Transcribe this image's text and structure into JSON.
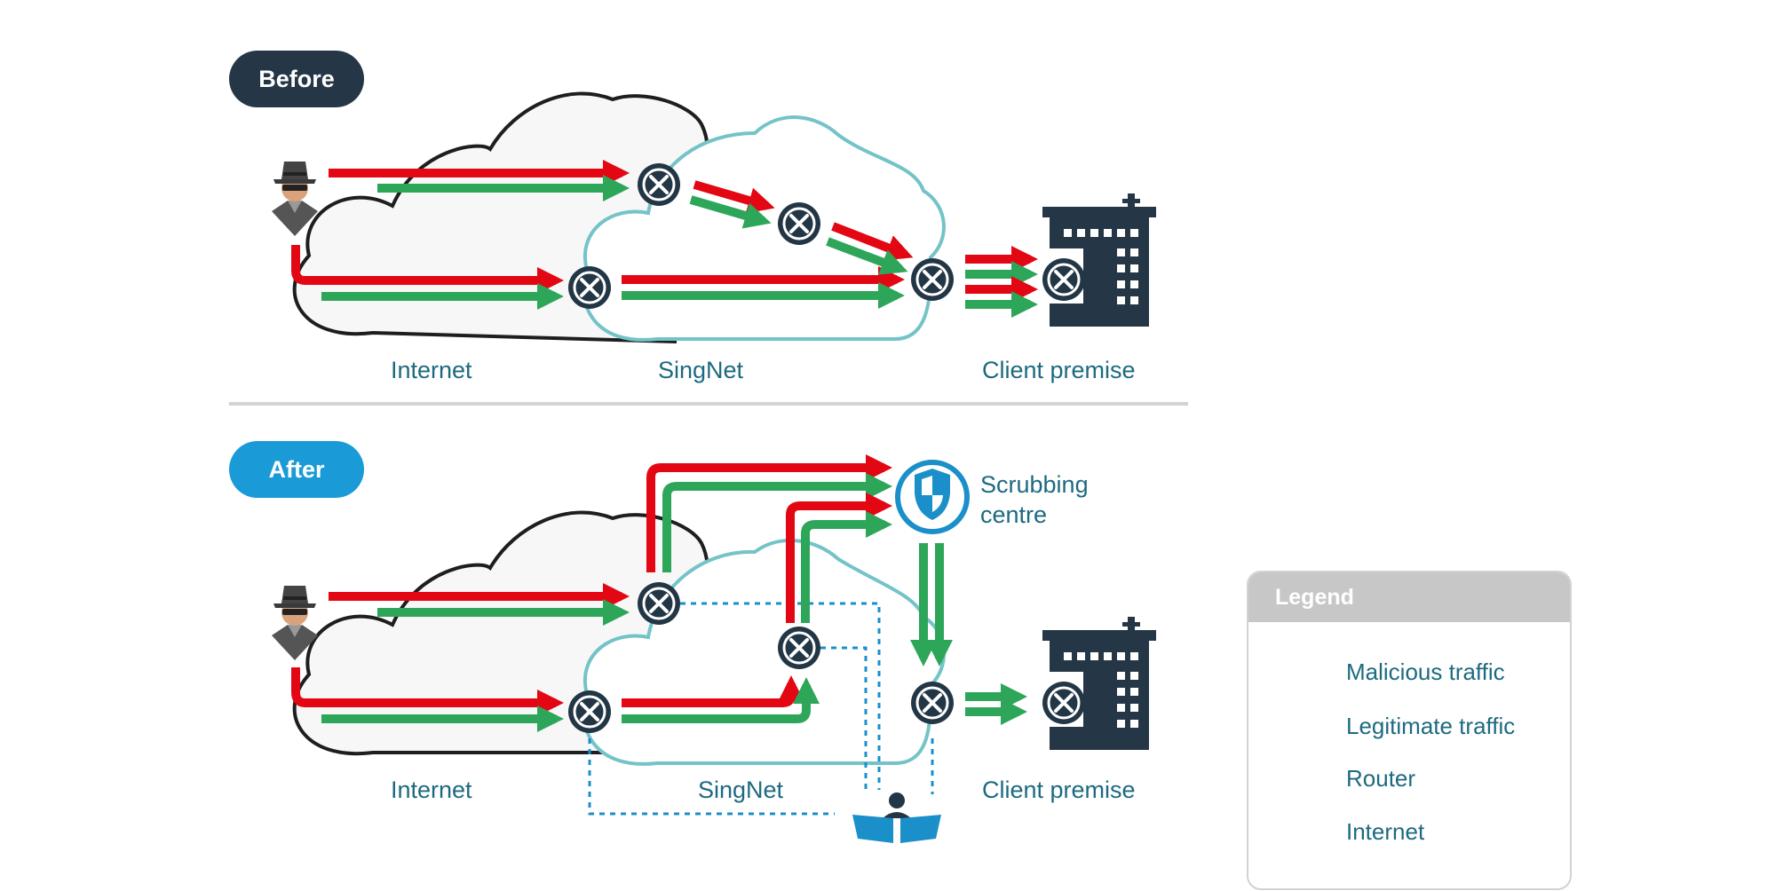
{
  "panels": {
    "before": {
      "badge": "Before",
      "internet": "Internet",
      "singnet": "SingNet",
      "client": "Client premise"
    },
    "after": {
      "badge": "After",
      "internet": "Internet",
      "singnet": "SingNet",
      "client": "Client premise",
      "scrubbing": "Scrubbing centre"
    }
  },
  "legend": {
    "title": "Legend",
    "items": [
      {
        "label": "Malicious traffic",
        "icon": "red-arrow-icon"
      },
      {
        "label": "Legitimate traffic",
        "icon": "green-arrow-icon"
      },
      {
        "label": "Router",
        "icon": "router-icon"
      },
      {
        "label": "Internet",
        "icon": "cloud-icon"
      }
    ]
  },
  "colors": {
    "malicious": "#e30613",
    "legitimate": "#2ea65a",
    "router": "#233645",
    "singnet_cloud": "#74c3c8",
    "internet_cloud": "#1e1e1e",
    "before_badge": "#253746",
    "after_badge": "#1a9bd7",
    "accent_blue": "#1a8fc9",
    "building": "#253746",
    "label_text": "#1d6a80"
  }
}
